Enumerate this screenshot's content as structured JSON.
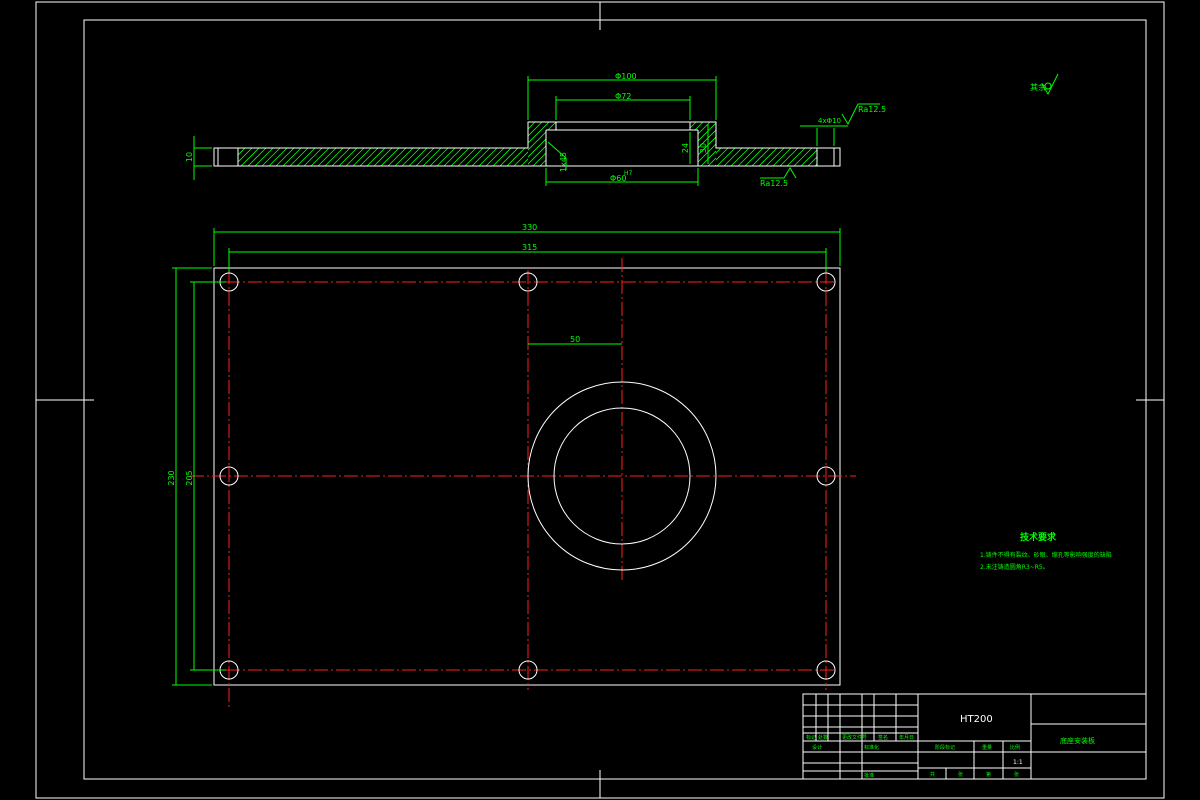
{
  "drawing": {
    "views": {
      "section": {
        "dims": {
          "d100": "Φ100",
          "d72": "Φ72",
          "d60": "Φ60",
          "d60_tol": "H7",
          "h10": "10",
          "h24": "24",
          "h30": "30",
          "chamfer": "1x45",
          "hole_d10": "4xΦ10"
        },
        "roughness": {
          "ra_right_top": "Ra12.5",
          "ra_right_bottom": "Ra12.5",
          "other_symbol": "其余"
        }
      },
      "plan": {
        "dims": {
          "width_overall": "330",
          "width_holes": "315",
          "offset": "50",
          "height_overall": "230",
          "height_holes": "205"
        }
      }
    },
    "tech_requirements": {
      "title": "技术要求",
      "line1": "1.铸件不得有裂纹、砂眼、缩孔等影响强度的缺陷",
      "line2": "2.未注铸造圆角R3~R5。"
    },
    "title_block": {
      "material": "HT200",
      "part_name": "底座安装板",
      "scale": "1:1",
      "labels": {
        "stage": "阶段标记",
        "weight": "重量",
        "scale_label": "比例",
        "designer": "设计",
        "sheets": "共",
        "sheet": "张",
        "of": "第",
        "sheet2": "张",
        "standard": "标准化",
        "approve": "批准",
        "mark": "标记",
        "count": "处数",
        "zone": "分区",
        "change": "更改文件号",
        "sign": "签名",
        "date": "年月日"
      }
    }
  }
}
